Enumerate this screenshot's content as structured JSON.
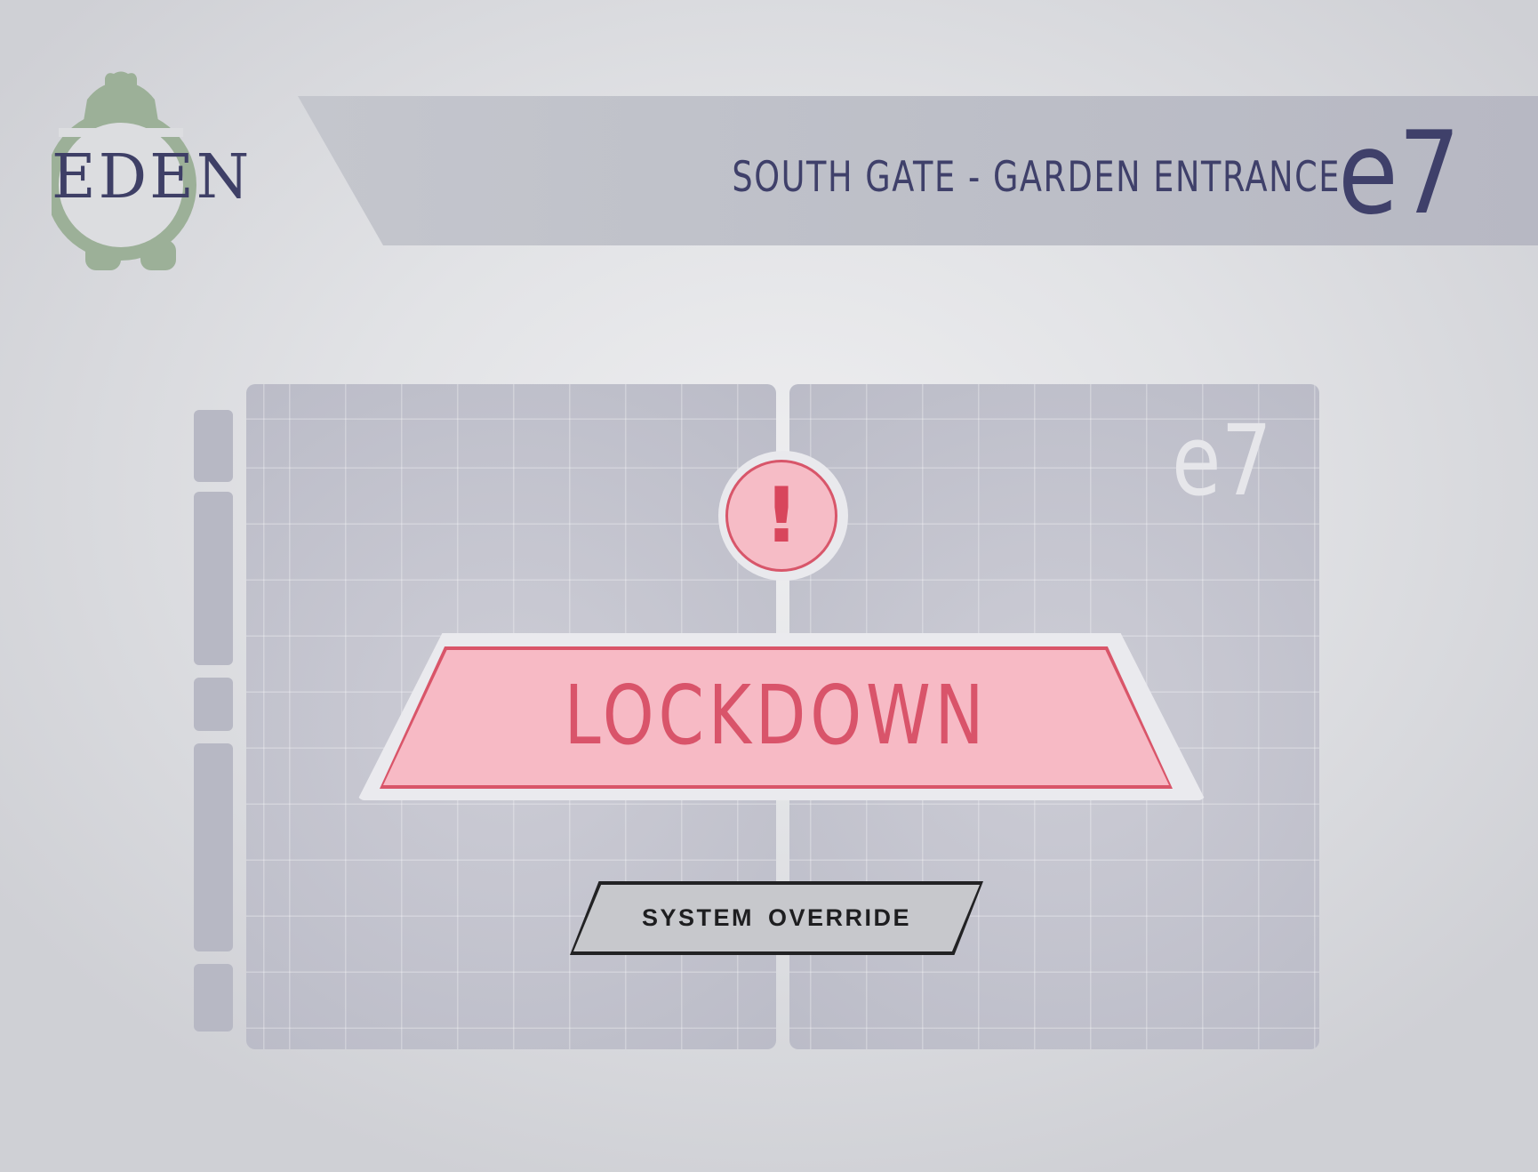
{
  "header": {
    "logo_text": "EDEN",
    "location_title": "SOUTH GATE - GARDEN ENTRANCE",
    "gate_code": "e7"
  },
  "panel": {
    "door_code": "e7",
    "alert_mark": "!",
    "status_text": "LOCKDOWN"
  },
  "override_button": {
    "label": "SYSTEM OVERRIDE"
  },
  "icons": {
    "logo": "eden-logo-icon",
    "alert": "exclamation-icon"
  },
  "colors": {
    "brand_navy": "#3f406a",
    "logo_green": "#9cb098",
    "alert_red": "#d9546a",
    "alert_pink": "#f7bac5",
    "panel_grey": "#c2c3cd"
  }
}
